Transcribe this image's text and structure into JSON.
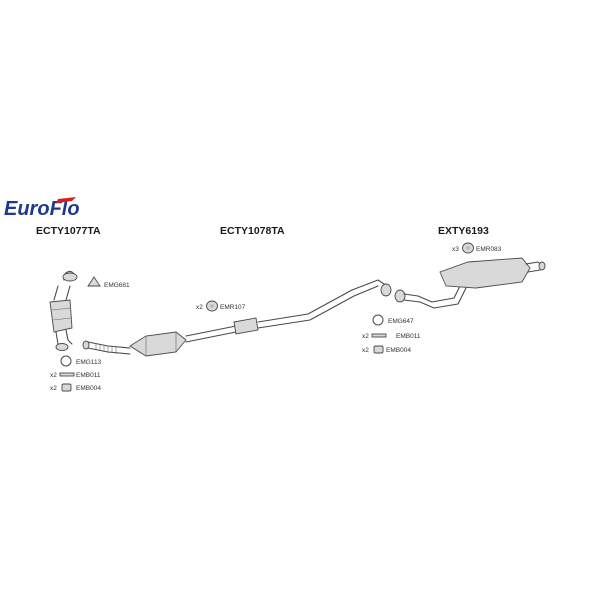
{
  "brand": {
    "logo_part1": "Euro",
    "logo_part2": "Flo",
    "logo_primary_color": "#1f3a8a",
    "logo_accent_color": "#d62020"
  },
  "sections": [
    {
      "title": "ECTY1077TA",
      "fittings": [
        {
          "code": "EMG681",
          "qty": ""
        },
        {
          "code": "EMG113",
          "qty": ""
        },
        {
          "code": "EMB011",
          "qty": "x2"
        },
        {
          "code": "EMB004",
          "qty": "x2"
        }
      ]
    },
    {
      "title": "ECTY1078TA",
      "fittings": [
        {
          "code": "EMR107",
          "qty": "x2"
        }
      ]
    },
    {
      "title": "EXTY6193",
      "fittings": [
        {
          "code": "EMR083",
          "qty": "x3"
        },
        {
          "code": "EMG647",
          "qty": ""
        },
        {
          "code": "EMB011",
          "qty": "x2"
        },
        {
          "code": "EMB004",
          "qty": "x2"
        }
      ]
    }
  ]
}
